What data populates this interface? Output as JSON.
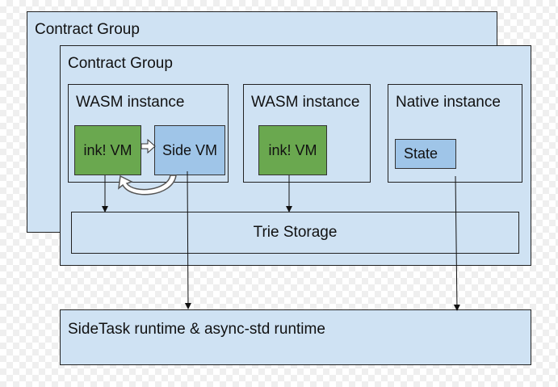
{
  "back_group": {
    "label": "Contract Group"
  },
  "front_group": {
    "label": "Contract Group"
  },
  "wasm_instance_1": {
    "label": "WASM instance",
    "vm_label": "ink! VM",
    "side_vm_label": "Side VM"
  },
  "wasm_instance_2": {
    "label": "WASM instance",
    "vm_label": "ink! VM"
  },
  "native_instance": {
    "label": "Native instance",
    "state_label": "State"
  },
  "trie_storage": {
    "label": "Trie Storage"
  },
  "runtime": {
    "label": "SideTask runtime & async-std runtime"
  },
  "colors": {
    "container": "#cfe2f3",
    "ink_vm": "#6aa84f",
    "side_vm": "#9fc5e8",
    "border": "#222222"
  }
}
